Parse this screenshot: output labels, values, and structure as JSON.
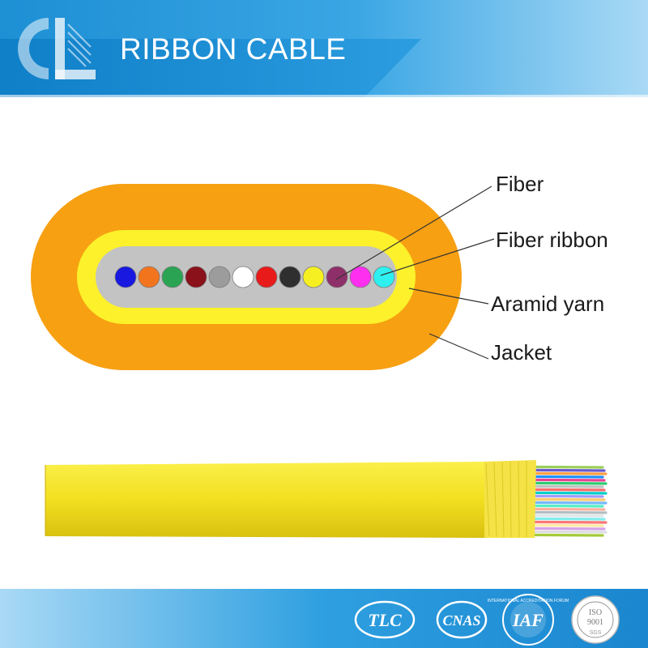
{
  "header": {
    "title": "RIBBON CABLE"
  },
  "cross_section": {
    "labels": {
      "fiber": "Fiber",
      "fiber_ribbon": "Fiber ribbon",
      "aramid_yarn": "Aramid yarn",
      "jacket": "Jacket"
    },
    "colors": {
      "jacket": "#f7a012",
      "aramid_yarn": "#fcf12b",
      "ribbon_matrix": "#c3c3c3"
    },
    "fiber_colors": [
      "#1818e0",
      "#f2751d",
      "#2aa452",
      "#8a1019",
      "#9c9c9c",
      "#ffffff",
      "#e81a1a",
      "#2f2f2f",
      "#f6f023",
      "#8e2f6a",
      "#ff2ff0",
      "#2ef0f0"
    ]
  },
  "cable_side_view": {
    "jacket_color": "#f5e62a",
    "strand_colors": [
      "#9ccf5a",
      "#6a5acd",
      "#ff9f43",
      "#1e90ff",
      "#e84393",
      "#2ecc71",
      "#c0c0c0",
      "#ff6b6b",
      "#00cec9",
      "#a29bfe",
      "#fdcb6e",
      "#74b9ff",
      "#55efc4",
      "#fab1a0",
      "#b2bec3",
      "#dfe6e9",
      "#81ecec",
      "#ff7675",
      "#ffeaa7",
      "#d6a2e8",
      "#dcdde1",
      "#a3cb38"
    ]
  },
  "certifications": {
    "tlc": "TLC",
    "cnas": "CNAS",
    "iaf": "IAF",
    "iaf_ring": "INTERNATIONAL ACCREDITATION FORUM",
    "iso_top": "ISO",
    "iso_number": "9001",
    "iso_bottom": "SGS"
  }
}
